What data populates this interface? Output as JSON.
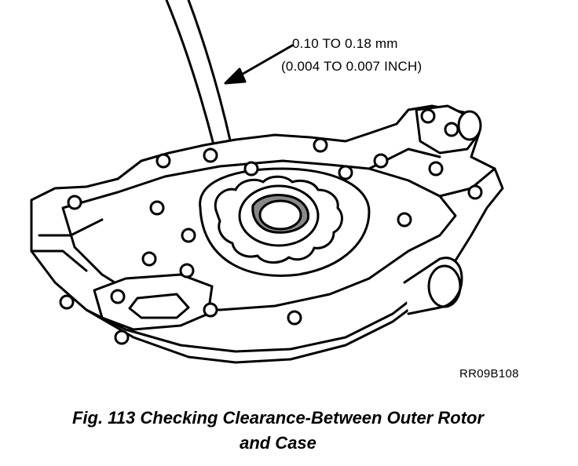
{
  "callout": {
    "metric": "0.10 TO 0.18 mm",
    "imperial": "(0.004 TO 0.007 INCH)"
  },
  "figure_id": "RR09B108",
  "caption": {
    "line1": "Fig. 113 Checking Clearance-Between Outer Rotor",
    "line2": "and Case"
  }
}
